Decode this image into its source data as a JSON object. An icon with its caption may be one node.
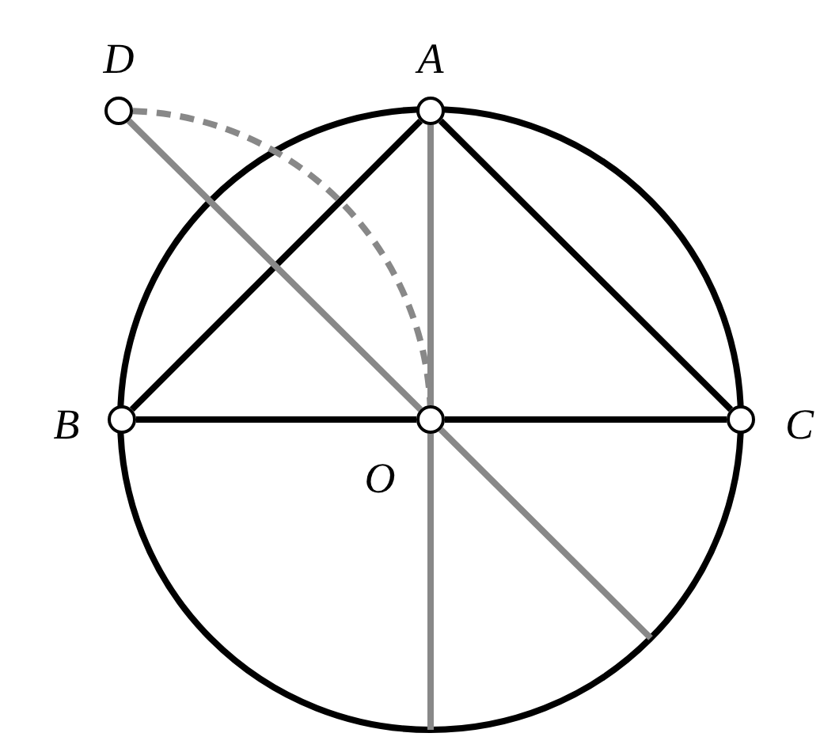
{
  "diagram": {
    "nodes": [
      {
        "text": [
          "D"
        ]
      },
      {
        "text": [
          "A"
        ]
      },
      {
        "text": [
          "B"
        ]
      },
      {
        "text": [
          "O"
        ]
      },
      {
        "text": [
          "C"
        ]
      }
    ],
    "edges": [
      {
        "from": 1,
        "to": 2,
        "arrow": "none",
        "color": "#000000"
      },
      {
        "from": 1,
        "to": 4,
        "arrow": "none",
        "color": "#000000"
      },
      {
        "from": 2,
        "to": 3,
        "arrow": "none",
        "color": "#000000"
      },
      {
        "from": 3,
        "to": 4,
        "arrow": "none",
        "color": "#000000"
      },
      {
        "from": 1,
        "to": 3,
        "arrow": "none",
        "color": "#888888"
      },
      {
        "from": 3,
        "to": null,
        "arrow": "none",
        "color": "#888888"
      },
      {
        "from": 0,
        "to": 3,
        "arrow": "none",
        "color": "#888888"
      },
      {
        "from": 3,
        "to": null,
        "arrow": "none",
        "color": "#888888"
      },
      {
        "from": 0,
        "to": 3,
        "arrow": "none",
        "style": "dashed",
        "color": "#888888"
      }
    ]
  }
}
